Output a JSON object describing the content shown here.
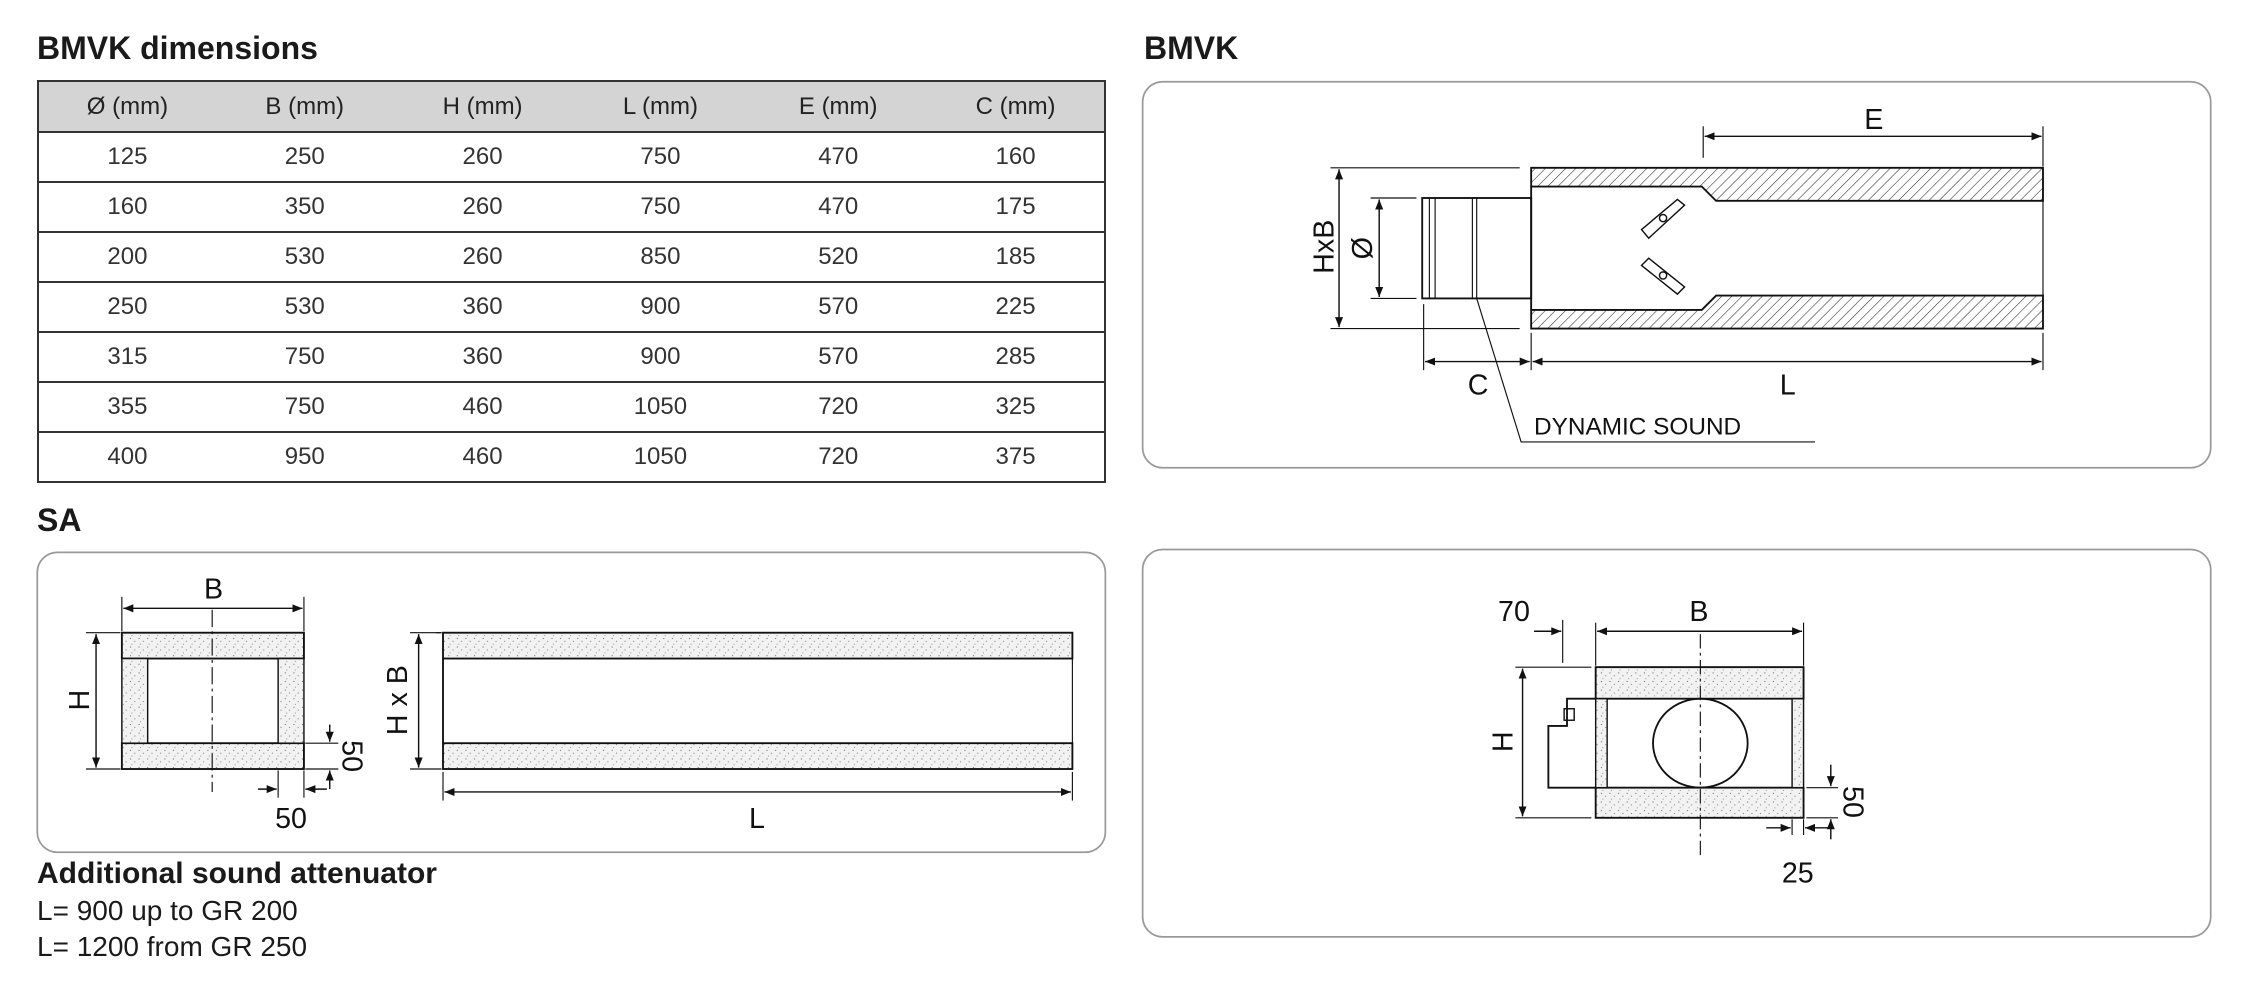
{
  "table_title": "BMVK dimensions",
  "table": {
    "headers": [
      "Ø (mm)",
      "B (mm)",
      "H (mm)",
      "L (mm)",
      "E (mm)",
      "C (mm)"
    ],
    "rows": [
      [
        "125",
        "250",
        "260",
        "750",
        "470",
        "160"
      ],
      [
        "160",
        "350",
        "260",
        "750",
        "470",
        "175"
      ],
      [
        "200",
        "530",
        "260",
        "850",
        "520",
        "185"
      ],
      [
        "250",
        "530",
        "360",
        "900",
        "570",
        "225"
      ],
      [
        "315",
        "750",
        "360",
        "900",
        "570",
        "285"
      ],
      [
        "355",
        "750",
        "460",
        "1050",
        "720",
        "325"
      ],
      [
        "400",
        "950",
        "460",
        "1050",
        "720",
        "375"
      ]
    ]
  },
  "bmvk": {
    "title": "BMVK",
    "labels": {
      "hxb": "HxB",
      "diameter": "Ø",
      "e": "E",
      "c": "C",
      "l": "L",
      "dynamic_sound": "DYNAMIC SOUND"
    }
  },
  "sa": {
    "title": "SA",
    "labels": {
      "b": "B",
      "h": "H",
      "fifty_v": "50",
      "fifty_h": "50",
      "hxb": "H x B",
      "l": "L"
    }
  },
  "section": {
    "labels": {
      "seventy": "70",
      "b": "B",
      "h": "H",
      "fifty": "50",
      "twentyfive": "25"
    }
  },
  "notes": {
    "title": "Additional sound attenuator",
    "line1": "L= 900 up to GR 200",
    "line2": "L= 1200 from GR 250"
  }
}
